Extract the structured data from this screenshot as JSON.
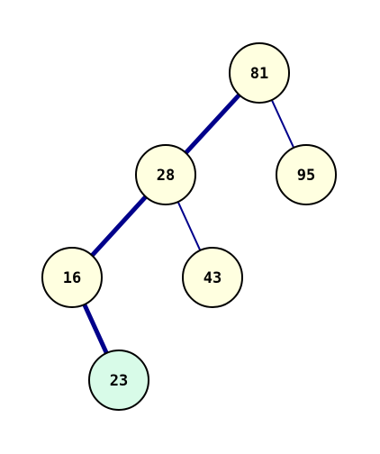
{
  "tree": {
    "nodes": [
      {
        "id": "n81",
        "label": "81",
        "highlighted": false
      },
      {
        "id": "n28",
        "label": "28",
        "highlighted": false
      },
      {
        "id": "n95",
        "label": "95",
        "highlighted": false
      },
      {
        "id": "n16",
        "label": "16",
        "highlighted": false
      },
      {
        "id": "n43",
        "label": "43",
        "highlighted": false
      },
      {
        "id": "n23",
        "label": "23",
        "highlighted": true
      }
    ],
    "edges": [
      {
        "from": "n81",
        "to": "n28",
        "on_path": true
      },
      {
        "from": "n81",
        "to": "n95",
        "on_path": false
      },
      {
        "from": "n28",
        "to": "n16",
        "on_path": true
      },
      {
        "from": "n28",
        "to": "n43",
        "on_path": false
      },
      {
        "from": "n16",
        "to": "n23",
        "on_path": true
      }
    ]
  },
  "colors": {
    "node_fill": "#ffffe0",
    "highlight_fill": "#d8fbe8",
    "node_stroke": "#000000",
    "edge": "#00008b"
  }
}
